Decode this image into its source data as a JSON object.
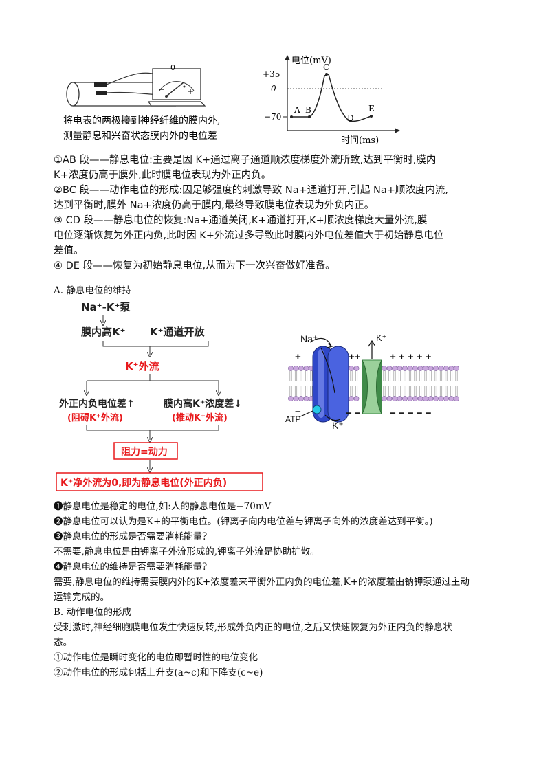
{
  "figure1": {
    "meter_zero": "0",
    "meter_minus": "−",
    "meter_plus": "+",
    "caption_line1": "将电表的两极接到神经纤维的膜内外,",
    "caption_line2": "测量静息和兴奋状态膜内外的电位差"
  },
  "graph": {
    "ylabel": "电位(mV)",
    "xlabel": "时间(ms)",
    "ytick_top": "+35",
    "ytick_zero": "0",
    "ytick_bottom": "−70",
    "points": {
      "A": "A",
      "B": "B",
      "C": "C",
      "D": "D",
      "E": "E"
    }
  },
  "phases": [
    {
      "line1": "①AB 段——静息电位:主要是因 K+通过离子通道顺浓度梯度外流所致,达到平衡时,膜内",
      "line2": "K+浓度仍高于膜外,此时膜电位表现为外正内负。"
    },
    {
      "line1": "②BC 段——动作电位的形成:因足够强度的刺激导致 Na+通道打开,引起 Na+顺浓度内流,",
      "line2": "达到平衡时,膜外 Na+浓度仍高于膜内,最终导致膜电位表现为外负内正。"
    },
    {
      "line1": "③ CD 段——静息电位的恢复:Na+通道关闭,K+通道打开,K+顺浓度梯度大量外流,膜",
      "line2": "电位逐渐恢复为外正内负,此时因 K+外流过多导致此时膜内外电位差值大于初始静息电位",
      "line3": "差值。"
    },
    {
      "line1": "④ DE 段——恢复为初始静息电位,从而为下一次兴奋做好准备。"
    }
  ],
  "sectionA_title": "A. 静息电位的维持",
  "flowchart": {
    "pump": "Na⁺-K⁺泵",
    "high_k_in": "膜内高K⁺",
    "k_channel_open": "K⁺通道开放",
    "k_efflux": "K⁺外流",
    "potential_diff": "外正内负电位差↑",
    "potential_diff_note": "(阻碍K⁺外流)",
    "conc_diff": "膜内高K⁺浓度差↓",
    "conc_diff_note": "(推动K⁺外流)",
    "balance": "阻力=动力",
    "result": "K⁺净外流为0,即为静息电位(外正内负)"
  },
  "membrane": {
    "na_label": "Na⁺",
    "k_top_label": "K⁺",
    "k_bottom_label": "K⁺",
    "atp_label": "ATP",
    "plus_left": "+",
    "plus_mid": "++",
    "plus_right": "+ + + + +",
    "minus_left": "−",
    "minus_mid": "− −",
    "minus_right": "− − − − −"
  },
  "notes": [
    "❶静息电位是稳定的电位,如:人的静息电位是−70mV",
    "❷静息电位可以认为是K+的平衡电位。(钾离子向内电位差与钾离子向外的浓度差达到平衡。)",
    "❸静息电位的形成是否需要消耗能量?",
    "不需要,静息电位是由钾离子外流形成的,钾离子外流是协助扩散。",
    "❹静息电位的维持是否需要消耗能量?",
    "需要,静息电位的维持需要膜内外的K+浓度差来平衡外正内负的电位差,K+的浓度差由钠钾泵通过主动",
    "运输完成的。",
    "B. 动作电位的形成",
    "受刺激时,神经细胞膜电位发生快速反转,形成外负内正的电位,之后又快速恢复为外正内负的静息状",
    "态。",
    "①动作电位是瞬时变化的电位即暂时性的电位变化",
    "②动作电位的形成包括上升支(a~c)和下降支(c~e)"
  ],
  "colors": {
    "accent_red": "#e8191c",
    "channel_blue": "#2f47c8",
    "channel_green": "#3f8a48",
    "lipid_purple": "#c9a7dd"
  }
}
